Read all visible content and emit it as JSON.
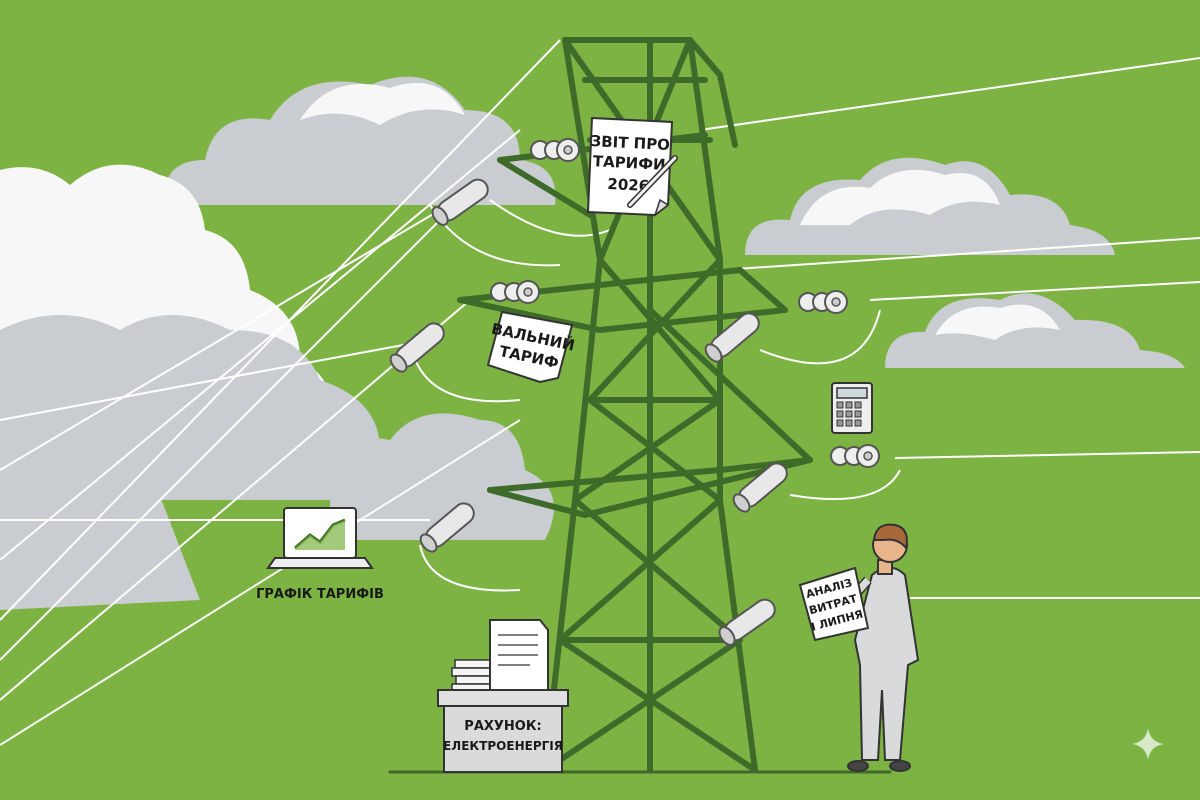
{
  "labels": {
    "report_line1": "ЗВІТ ПРО",
    "report_line2": "ТАРИФИ",
    "report_line3": "2026",
    "tariff_line1": "ВАЛЬНИЙ",
    "tariff_line2": "ТАРИФ",
    "analysis_line1": "АНАЛІЗ",
    "analysis_line2": "ВИТРАТ",
    "analysis_line3": "І ЛИПНЯ",
    "chart_caption": "ГРАФІК ТАРИФІВ",
    "bill_line1": "РАХУНОК:",
    "bill_line2": "ЕЛЕКТРОЕНЕРГІЯ"
  },
  "colors": {
    "background": "#7cb342",
    "tower": "#3f6b2a",
    "cloud": "#c9ccd0",
    "cloud_light": "#f7f7f7",
    "suit": "#d9dadc"
  },
  "icons": [
    "calculator-icon",
    "laptop-icon",
    "sparkle-icon"
  ]
}
